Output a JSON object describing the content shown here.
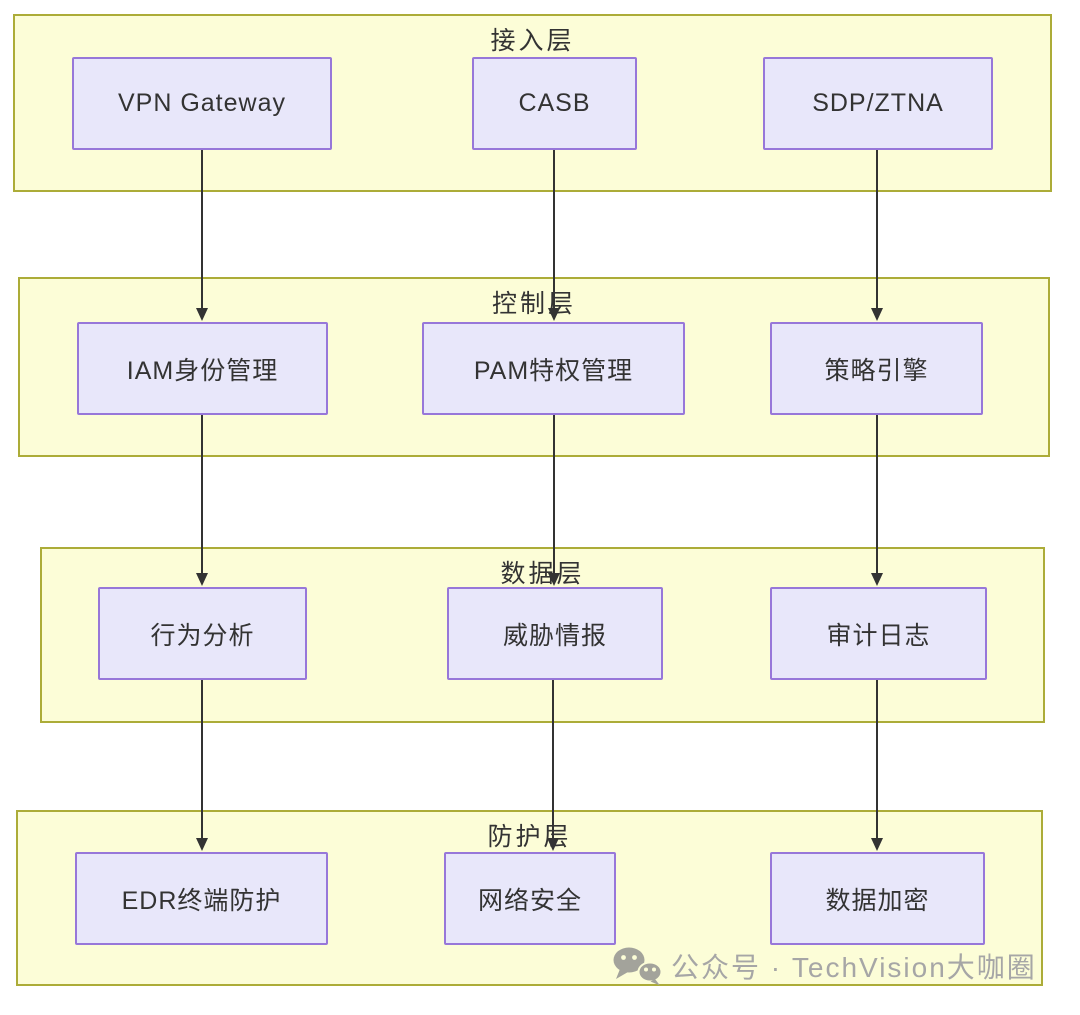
{
  "diagram": {
    "layers": [
      {
        "title": "接入层",
        "nodes": [
          {
            "label": "VPN Gateway"
          },
          {
            "label": "CASB"
          },
          {
            "label": "SDP/ZTNA"
          }
        ]
      },
      {
        "title": "控制层",
        "nodes": [
          {
            "label": "IAM身份管理"
          },
          {
            "label": "PAM特权管理"
          },
          {
            "label": "策略引擎"
          }
        ]
      },
      {
        "title": "数据层",
        "nodes": [
          {
            "label": "行为分析"
          },
          {
            "label": "威胁情报"
          },
          {
            "label": "审计日志"
          }
        ]
      },
      {
        "title": "防护层",
        "nodes": [
          {
            "label": "EDR终端防护"
          },
          {
            "label": "网络安全"
          },
          {
            "label": "数据加密"
          }
        ]
      }
    ],
    "edges": [
      {
        "from": "VPN Gateway",
        "to": "IAM身份管理"
      },
      {
        "from": "CASB",
        "to": "PAM特权管理"
      },
      {
        "from": "SDP/ZTNA",
        "to": "策略引擎"
      },
      {
        "from": "IAM身份管理",
        "to": "行为分析"
      },
      {
        "from": "PAM特权管理",
        "to": "威胁情报"
      },
      {
        "from": "策略引擎",
        "to": "审计日志"
      },
      {
        "from": "行为分析",
        "to": "EDR终端防护"
      },
      {
        "from": "威胁情报",
        "to": "网络安全"
      },
      {
        "from": "审计日志",
        "to": "数据加密"
      }
    ],
    "colors": {
      "layer_fill": "#FCFDD7",
      "layer_border": "#ACAC38",
      "node_fill": "#E8E7FA",
      "node_border": "#9777D9",
      "arrow": "#333333",
      "text": "#333333",
      "watermark": "#A6A6A6"
    }
  },
  "watermark": {
    "icon": "wechat-icon",
    "text": "公众号 · TechVision大咖圈"
  }
}
